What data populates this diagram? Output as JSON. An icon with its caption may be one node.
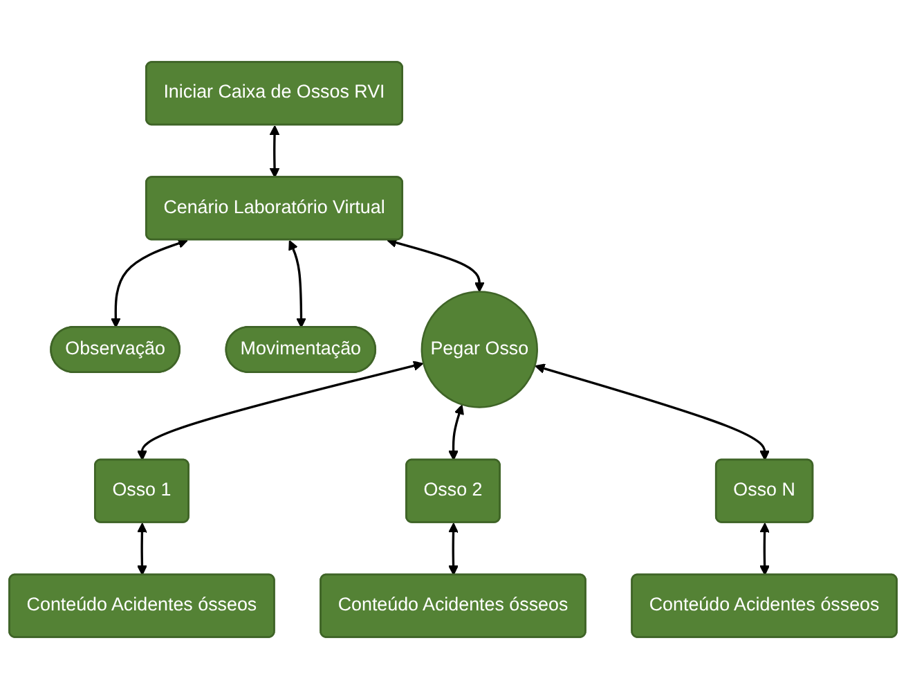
{
  "diagram": {
    "nodes": [
      {
        "text": [
          "Iniciar Caixa de Ossos RVI"
        ]
      },
      {
        "text": [
          "Observação"
        ]
      },
      {
        "text": [
          "Cenário Laboratório Virtual"
        ]
      },
      {
        "text": [
          "Movimentação"
        ]
      },
      {
        "text": [
          "Pegar Osso"
        ]
      },
      {
        "text": [
          "Osso 1"
        ]
      },
      {
        "text": [
          "Osso 2"
        ]
      },
      {
        "text": [
          "Osso N"
        ]
      },
      {
        "text": [
          "Conteúdo Acidentes ósseos"
        ]
      },
      {
        "text": [
          "Conteúdo Acidentes ósseos"
        ]
      },
      {
        "text": [
          "Conteúdo Acidentes ósseos"
        ]
      }
    ],
    "edges": [
      {
        "from": 0,
        "to": 2,
        "arrow": "both"
      },
      {
        "from": 2,
        "to": 1,
        "arrow": "both"
      },
      {
        "from": 2,
        "to": 3,
        "arrow": "both"
      },
      {
        "from": 2,
        "to": 4,
        "arrow": "both"
      },
      {
        "from": 4,
        "to": 5,
        "arrow": "both"
      },
      {
        "from": 4,
        "to": 6,
        "arrow": "both"
      },
      {
        "from": 4,
        "to": 7,
        "arrow": "both"
      },
      {
        "from": 5,
        "to": 8,
        "arrow": "both"
      },
      {
        "from": 6,
        "to": 9,
        "arrow": "both"
      },
      {
        "from": 7,
        "to": 10,
        "arrow": "both"
      }
    ]
  }
}
